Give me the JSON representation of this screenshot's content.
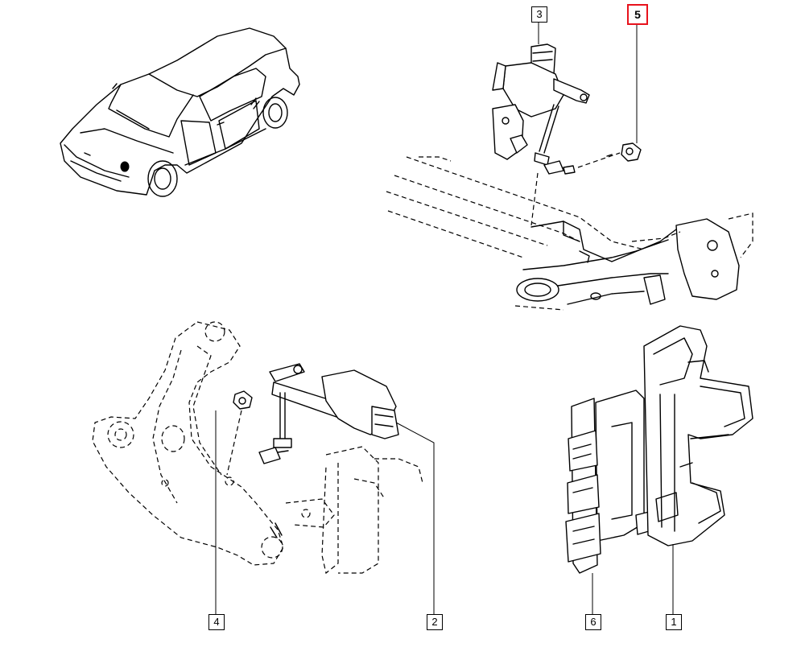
{
  "callouts": {
    "c1": "1",
    "c2": "2",
    "c3": "3",
    "c4": "4",
    "c5": "5",
    "c6": "6"
  },
  "highlight": {
    "callout": "5",
    "color": "#e8121c"
  },
  "illustrations": [
    "car-illustration",
    "rear-height-sensor-illustration",
    "rear-axle-illustration",
    "front-lower-arm-illustration",
    "front-height-sensor-illustration",
    "control-unit-bracket-illustration"
  ]
}
